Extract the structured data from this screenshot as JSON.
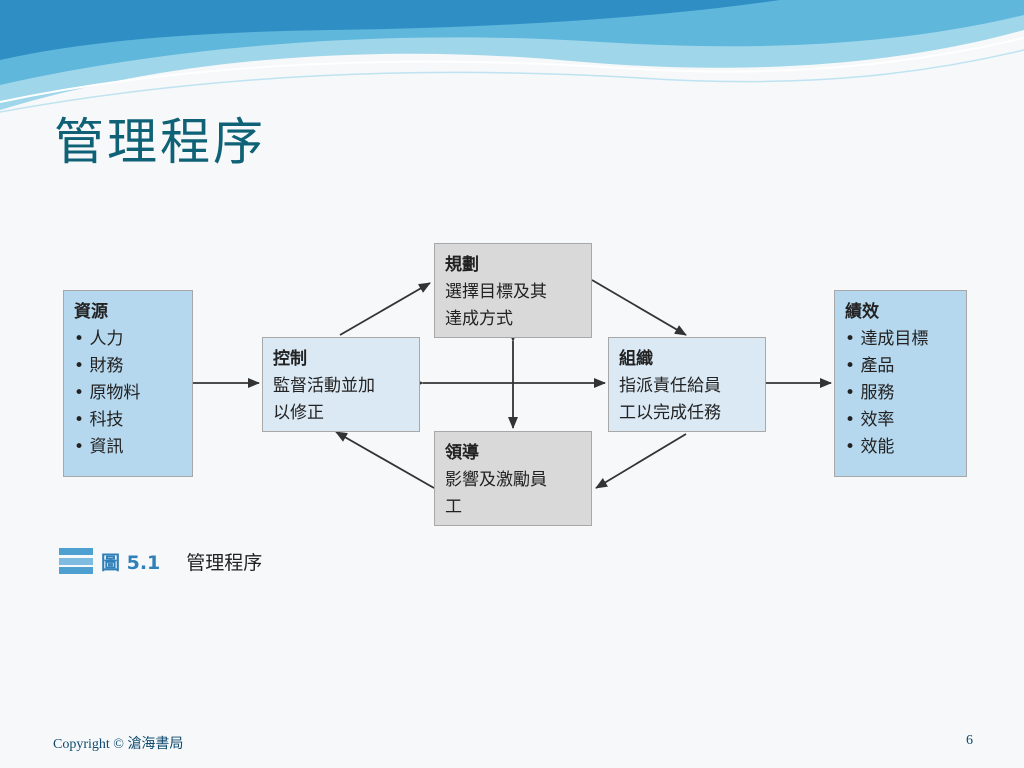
{
  "slide": {
    "title": "管理程序",
    "footer": {
      "copyright": "Copyright © 滄海書局",
      "page_number": "6"
    }
  },
  "diagram": {
    "resources": {
      "title": "資源",
      "items": [
        "人力",
        "財務",
        "原物料",
        "科技",
        "資訊"
      ]
    },
    "control": {
      "title": "控制",
      "text": [
        "監督活動並加",
        "以修正"
      ]
    },
    "planning": {
      "title": "規劃",
      "text": [
        "選擇目標及其",
        "達成方式"
      ]
    },
    "leading": {
      "title": "領導",
      "text": [
        "影響及激勵員",
        "工"
      ]
    },
    "organizing": {
      "title": "組織",
      "text": [
        "指派責任給員",
        "工以完成任務"
      ]
    },
    "performance": {
      "title": "績效",
      "items": [
        "達成目標",
        "產品",
        "服務",
        "效率",
        "效能"
      ]
    }
  },
  "figure_caption": {
    "label": "圖 5.1",
    "text": "管理程序"
  },
  "colors": {
    "title": "#0f6276",
    "box_blue": "#b5d8ee",
    "box_lightblue": "#dbe9f4",
    "box_gray": "#d9d9d9",
    "caption_accent": "#2f7fb8"
  }
}
